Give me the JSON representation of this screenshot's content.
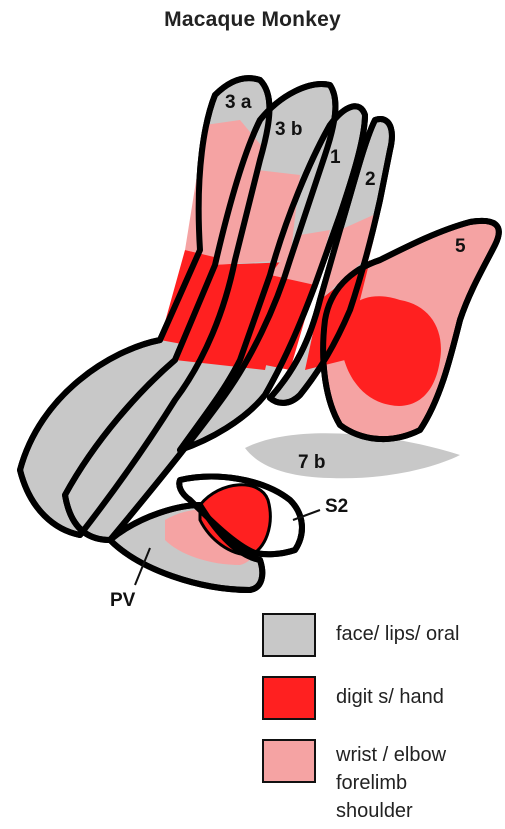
{
  "title": "Macaque Monkey",
  "colors": {
    "face": "#c8c8c8",
    "digits": "#ff2020",
    "wrist": "#f5a3a3",
    "outline": "#000000"
  },
  "regions": {
    "area_3a": "3 a",
    "area_3b": "3 b",
    "area_1": "1",
    "area_2": "2",
    "area_5": "5",
    "area_7b": "7 b",
    "area_s2": "S2",
    "area_pv": "PV"
  },
  "legend": [
    {
      "key": "face",
      "lines": [
        "face/ lips/ oral"
      ]
    },
    {
      "key": "digits",
      "lines": [
        "digit s/ hand"
      ]
    },
    {
      "key": "wrist",
      "lines": [
        "wrist / elbow",
        "forelimb",
        "shoulder"
      ]
    }
  ]
}
